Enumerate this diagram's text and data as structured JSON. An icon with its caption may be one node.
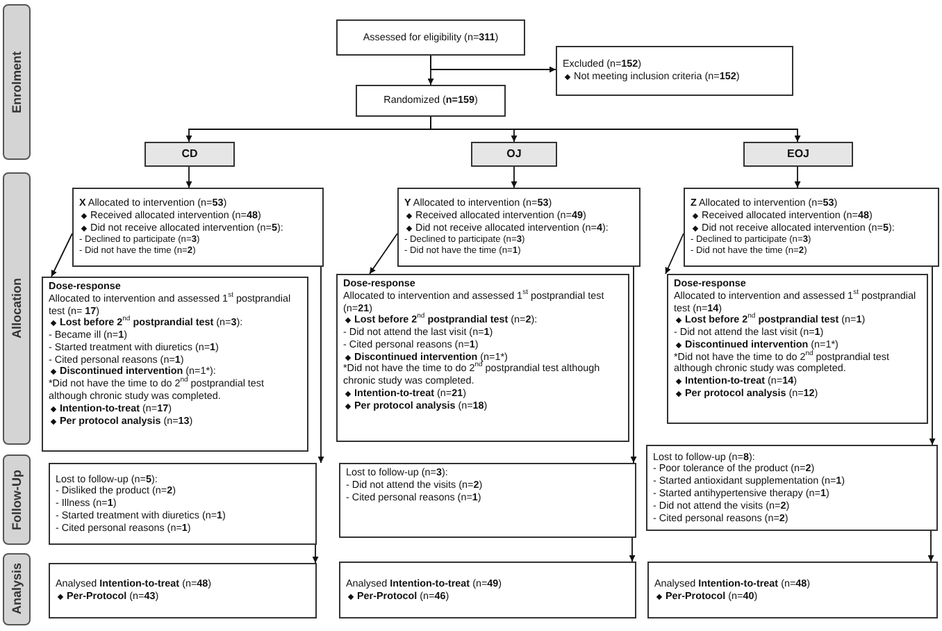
{
  "diagram": {
    "nodes": [
      {
        "text": [
          "Assessed for eligibility (n=**311**)"
        ]
      },
      {
        "text": [
          "Excluded (n=**152**)",
          "Not meeting inclusion criteria (n=**152**)"
        ]
      },
      {
        "text": [
          "Randomized (**n=159**)"
        ]
      },
      {
        "text": [
          "CD"
        ]
      },
      {
        "text": [
          "OJ"
        ]
      },
      {
        "text": [
          "EOJ"
        ]
      },
      {
        "text": [
          "**X** Allocated to intervention (n=**53**)",
          "Received allocated intervention (n=**48**)",
          "Did not receive allocated intervention (n=**5**):",
          "- Declined to participate (n=**3**)",
          "- Did not have the time (n=**2**)"
        ]
      },
      {
        "text": [
          "Dose-response",
          "Allocated to intervention and assessed 1$^{st}$ postprandial test (n= **17**)",
          "**Lost before 2**$^{nd}$ **postprandial test** (n=**3**):",
          "- Became ill (n=**1**)",
          "- Started treatment with diuretics (n=**1**)",
          "- Cited personal reasons (n=**1**)",
          "**Discontinued intervention** (n=1*):",
          "*Did not have the time to do 2$^{nd}$ postprandial test although chronic study was completed.",
          "**Intention-to-treat** (n=**17**)",
          "**Per protocol analysis** (n=**13**)"
        ]
      },
      {
        "text": [
          "Lost to follow-up (n=**5**):",
          "- Disliked the product (n=**2**)",
          "- Illness (n=**1**)",
          "- Started treatment with diuretics (n=**1**)",
          "- Cited personal reasons (n=**1**)"
        ]
      },
      {
        "text": [
          "Analysed **Intention-to-treat** (n=**48**)",
          "**Per-Protocol** (n=**43**)"
        ]
      },
      {
        "text": [
          "**Y** Allocated to intervention (n=**53**)",
          "Received allocated intervention (n=**49**)",
          "Did not receive allocated intervention (n=**4**):",
          "- Declined to participate (n=**3**)",
          "- Did not have the time (n=**1**)"
        ]
      },
      {
        "text": [
          "Dose-response",
          "Allocated to intervention and assessed 1$^{st}$ postprandial test (n=**21**)",
          "**Lost before 2**$^{nd}$ **postprandial test** (n=**2**):",
          "- Did not attend the last visit (n=**1**)",
          "- Cited personal reasons (n=**1**)",
          "**Discontinued intervention** (n=1*)",
          "*Did not have the time to do 2$^{nd}$ postprandial test although chronic study was completed.",
          "**Intention-to-treat** (n=**21**)",
          "**Per protocol analysis** (n=**18**)"
        ]
      },
      {
        "text": [
          "Lost to follow-up (n=**3**):",
          "- Did not attend the visits (n=**2**)",
          "- Cited personal reasons (n=**1**)"
        ]
      },
      {
        "text": [
          "Analysed **Intention-to-treat** (n=**49**)",
          "**Per-Protocol** (n=**46**)"
        ]
      },
      {
        "text": [
          "**Z** Allocated to intervention (n=**53**)",
          "Received allocated intervention (n=**48**)",
          "Did not receive allocated intervention (n=**5**):",
          "- Declined to participate (n=**3**)",
          "- Did not have the time (n=**2**)"
        ]
      },
      {
        "text": [
          "Dose-response",
          "Allocated to intervention and assessed 1$^{st}$ postprandial test (n=**14**)",
          "**Lost before 2**$^{nd}$ **postprandial test** (n=**1**)",
          "- Did not attend the last visit (n=**1**)",
          "**Discontinued intervention** (n=1*)",
          "*Did not have the time to do 2$^{nd}$ postprandial test although chronic study was completed.",
          "**Intention-to-treat** (n=**14**)",
          "**Per protocol analysis** (n=**12**)"
        ]
      },
      {
        "text": [
          "Lost to follow-up (n=**8**):",
          "- Poor tolerance of the product (n=**2**)",
          "- Started antioxidant supplementation (n=**1**)",
          "- Started antihypertensive therapy (n=**1**)",
          "- Did not attend the visits (n=**2**)",
          "- Cited personal reasons (n=**2**)"
        ]
      },
      {
        "text": [
          "Analysed **Intention-to-treat** (n=**48**)",
          "**Per-Protocol** (n=**40**)"
        ]
      },
      {
        "text": [
          "Enrolment"
        ]
      },
      {
        "text": [
          "Allocation"
        ]
      },
      {
        "text": [
          "Follow-Up"
        ]
      },
      {
        "text": [
          "Analysis"
        ]
      }
    ],
    "edges": [
      {
        "from": 0,
        "to": 1,
        "arrow": "to"
      },
      {
        "from": 0,
        "to": 2,
        "arrow": "to"
      },
      {
        "from": 2,
        "to": 3,
        "arrow": "to"
      },
      {
        "from": 2,
        "to": 4,
        "arrow": "to"
      },
      {
        "from": 2,
        "to": 5,
        "arrow": "to"
      },
      {
        "from": 3,
        "to": 6,
        "arrow": "to"
      },
      {
        "from": 6,
        "to": 7,
        "arrow": "to"
      },
      {
        "from": 6,
        "to": 8,
        "arrow": "to"
      },
      {
        "from": 8,
        "to": 9,
        "arrow": "to"
      },
      {
        "from": 4,
        "to": 10,
        "arrow": "to"
      },
      {
        "from": 10,
        "to": 11,
        "arrow": "to"
      },
      {
        "from": 10,
        "to": 12,
        "arrow": "to"
      },
      {
        "from": 12,
        "to": 13,
        "arrow": "to"
      },
      {
        "from": 5,
        "to": 14,
        "arrow": "to"
      },
      {
        "from": 14,
        "to": 15,
        "arrow": "to"
      },
      {
        "from": 14,
        "to": 16,
        "arrow": "to"
      },
      {
        "from": 16,
        "to": 17,
        "arrow": "to"
      }
    ]
  }
}
